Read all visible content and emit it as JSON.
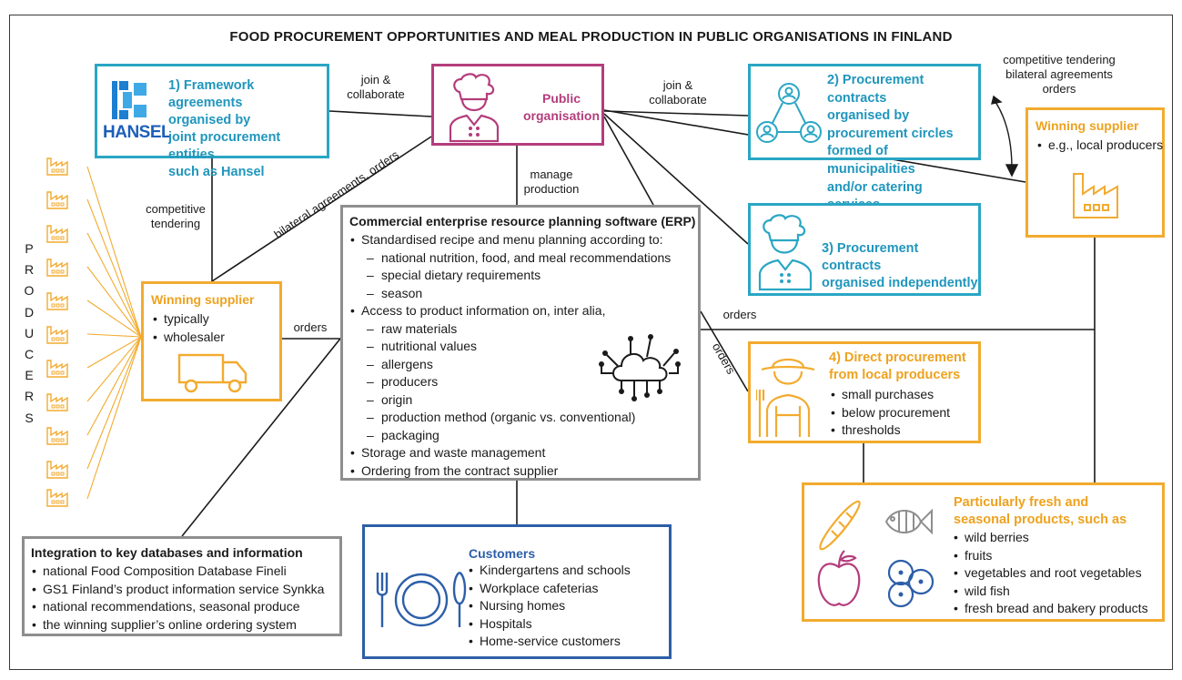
{
  "title": "FOOD PROCUREMENT OPPORTUNITIES AND MEAL PRODUCTION IN PUBLIC ORGANISATIONS IN FINLAND",
  "hansel_logo_text": "HANSEL",
  "framework_box": {
    "number": "1)",
    "lines": [
      "1) Framework agreements",
      "organised by",
      "joint procurement entities",
      "such as Hansel"
    ]
  },
  "public_org": {
    "lines": [
      "Public",
      "organisation"
    ]
  },
  "circles_box": {
    "lines": [
      "2) Procurement contracts",
      "organised by",
      "procurement circles",
      "formed of municipalities",
      "and/or catering services"
    ]
  },
  "independent_box": {
    "lines": [
      "3) Procurement contracts",
      "organised independently"
    ]
  },
  "winning_supplier_right": {
    "title": "Winning supplier",
    "items": [
      "e.g., local producers"
    ]
  },
  "winning_supplier_left": {
    "title": "Winning supplier",
    "items": [
      "typically",
      "wholesaler"
    ]
  },
  "producers_vertical": [
    "P",
    "R",
    "O",
    "D",
    "U",
    "C",
    "E",
    "R",
    "S"
  ],
  "erp": {
    "title": "Commercial enterprise resource planning software (ERP)",
    "b1": "Standardised recipe and menu planning according to:",
    "b1_sub": [
      "national nutrition, food, and meal recommendations",
      "special dietary requirements",
      "season"
    ],
    "b2": "Access to product information on, inter alia,",
    "b2_sub": [
      "raw materials",
      "nutritional values",
      "allergens",
      "producers",
      "origin",
      "production method (organic vs. conventional)",
      "packaging"
    ],
    "b3": "Storage and waste management",
    "b4": "Ordering from the contract supplier"
  },
  "direct": {
    "title_lines": [
      "4) Direct procurement",
      "from local producers"
    ],
    "items": [
      "small purchases",
      "below procurement",
      "thresholds"
    ]
  },
  "fresh": {
    "title_lines": [
      "Particularly fresh and",
      "seasonal products, such as"
    ],
    "items": [
      "wild berries",
      "fruits",
      "vegetables and root vegetables",
      "wild fish",
      "fresh bread and bakery products"
    ]
  },
  "integration": {
    "title": "Integration to key databases and information",
    "items": [
      "national Food Composition Database Fineli",
      "GS1 Finland’s product information service Synkka",
      "national recommendations, seasonal produce",
      "the winning supplier’s online ordering system"
    ]
  },
  "customers": {
    "title": "Customers",
    "items": [
      "Kindergartens and schools",
      "Workplace cafeterias",
      "Nursing homes",
      "Hospitals",
      "Home-service customers"
    ]
  },
  "labels": {
    "join_left": [
      "join &",
      "collaborate"
    ],
    "join_right": [
      "join &",
      "collaborate"
    ],
    "right_top": [
      "competitive tendering",
      "bilateral agreements",
      "orders"
    ],
    "manage": [
      "manage",
      "production"
    ],
    "competitive": [
      "competitive",
      "tendering"
    ],
    "bilateral": "bilateral agreements, orders",
    "orders_left": "orders",
    "orders_right": "orders",
    "orders_diag": "orders"
  },
  "colors": {
    "teal": "#2aa6c4",
    "orange": "#f2ab2f",
    "magenta": "#b43d7c",
    "grey": "#8e8e8e",
    "blue": "#2d5fa8"
  }
}
